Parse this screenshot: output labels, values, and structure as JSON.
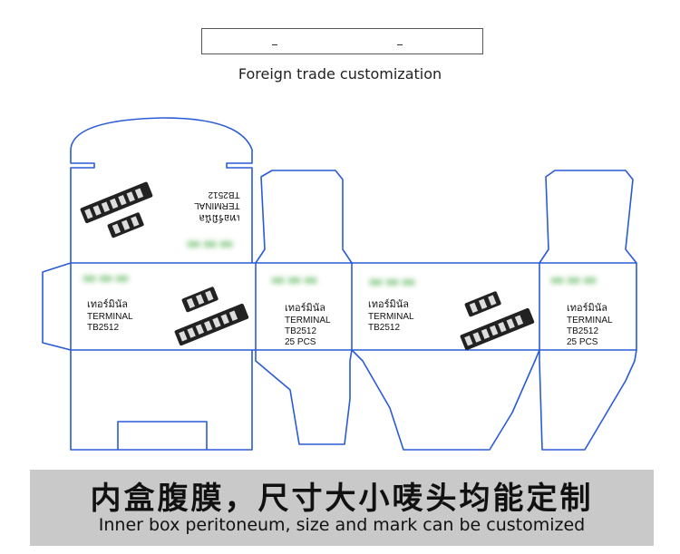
{
  "header": {
    "caption": "Foreign trade customization"
  },
  "panels": {
    "top_flap": {
      "thai": "เทอร์มินัล",
      "line1": "TERMINAL",
      "line2": "TB2512"
    },
    "front": {
      "thai": "เทอร์มินัล",
      "line1": "TERMINAL",
      "line2": "TB2512"
    },
    "side_left": {
      "thai": "เทอร์มินัล",
      "line1": "TERMINAL",
      "line2": "TB2512",
      "line3": "25 PCS"
    },
    "back": {
      "thai": "เทอร์มินัล",
      "line1": "TERMINAL",
      "line2": "TB2512"
    },
    "side_right": {
      "thai": "เทอร์มินัล",
      "line1": "TERMINAL",
      "line2": "TB2512",
      "line3": "25 PCS"
    }
  },
  "banner": {
    "title_cn": "内盒腹膜，尺寸大小唛头均能定制",
    "title_en": "Inner box peritoneum, size and mark can be customized"
  },
  "colors": {
    "dieline": "#2a5bd7",
    "banner_bg": "#c9c9c9",
    "logo": "#9bd39b"
  }
}
